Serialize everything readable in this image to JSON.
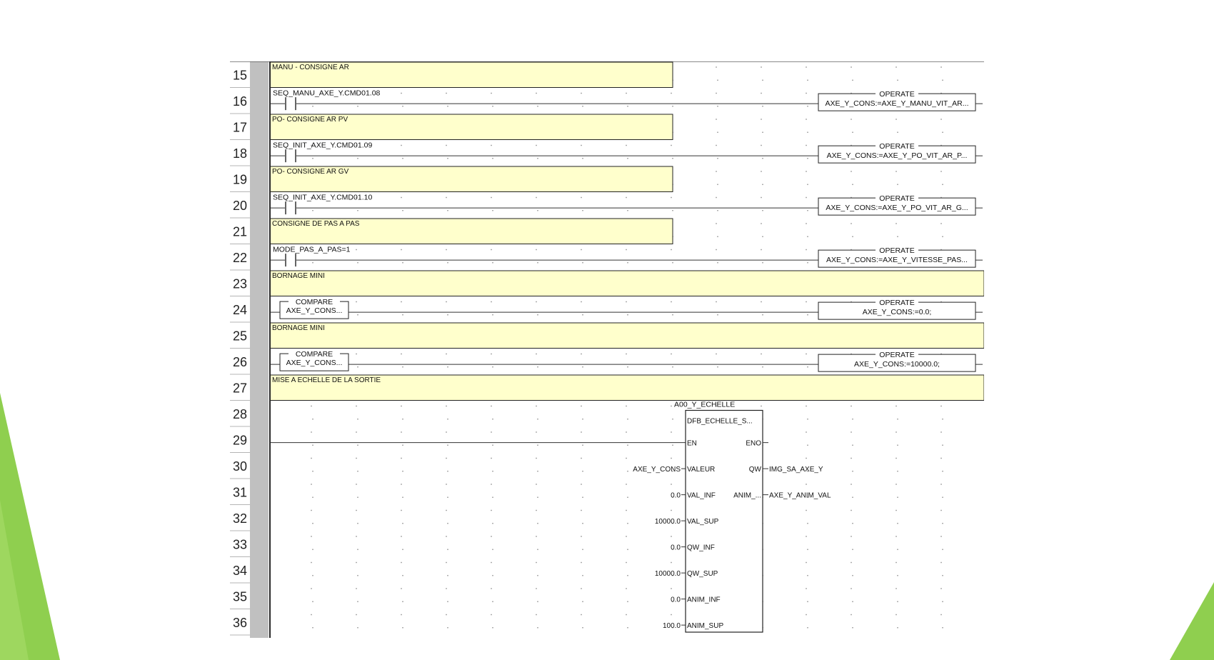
{
  "rows": [
    {
      "n": "15",
      "kind": "comment",
      "text": "MANU - CONSIGNE AR",
      "full": false
    },
    {
      "n": "16",
      "kind": "rung",
      "left": {
        "type": "contact",
        "label": "SEQ_MANU_AXE_Y.CMD01.08"
      },
      "op": {
        "title": "OPERATE",
        "text": "AXE_Y_CONS:=AXE_Y_MANU_VIT_AR..."
      }
    },
    {
      "n": "17",
      "kind": "comment",
      "text": "PO- CONSIGNE AR PV",
      "full": false
    },
    {
      "n": "18",
      "kind": "rung",
      "left": {
        "type": "contact",
        "label": "SEQ_INIT_AXE_Y.CMD01.09"
      },
      "op": {
        "title": "OPERATE",
        "text": "AXE_Y_CONS:=AXE_Y_PO_VIT_AR_P..."
      }
    },
    {
      "n": "19",
      "kind": "comment",
      "text": "PO- CONSIGNE AR GV",
      "full": false
    },
    {
      "n": "20",
      "kind": "rung",
      "left": {
        "type": "contact",
        "label": "SEQ_INIT_AXE_Y.CMD01.10"
      },
      "op": {
        "title": "OPERATE",
        "text": "AXE_Y_CONS:=AXE_Y_PO_VIT_AR_G..."
      }
    },
    {
      "n": "21",
      "kind": "comment",
      "text": "CONSIGNE DE PAS A PAS",
      "full": false
    },
    {
      "n": "22",
      "kind": "rung",
      "left": {
        "type": "contact",
        "label": "MODE_PAS_A_PAS=1"
      },
      "op": {
        "title": "OPERATE",
        "text": "AXE_Y_CONS:=AXE_Y_VITESSE_PAS..."
      }
    },
    {
      "n": "23",
      "kind": "comment",
      "text": "BORNAGE MINI",
      "full": true
    },
    {
      "n": "24",
      "kind": "rung",
      "left": {
        "type": "compare",
        "title": "COMPARE",
        "text": "AXE_Y_CONS..."
      },
      "op": {
        "title": "OPERATE",
        "text": "AXE_Y_CONS:=0.0;"
      }
    },
    {
      "n": "25",
      "kind": "comment",
      "text": "BORNAGE MINI",
      "full": true
    },
    {
      "n": "26",
      "kind": "rung",
      "left": {
        "type": "compare",
        "title": "COMPARE",
        "text": "AXE_Y_CONS..."
      },
      "op": {
        "title": "OPERATE",
        "text": "AXE_Y_CONS:=10000.0;"
      }
    },
    {
      "n": "27",
      "kind": "comment",
      "text": "MISE A ECHELLE DE LA SORTIE",
      "full": true
    },
    {
      "n": "28",
      "kind": "blank"
    },
    {
      "n": "29",
      "kind": "blank"
    },
    {
      "n": "30",
      "kind": "blank"
    },
    {
      "n": "31",
      "kind": "blank"
    },
    {
      "n": "32",
      "kind": "blank"
    },
    {
      "n": "33",
      "kind": "blank"
    },
    {
      "n": "34",
      "kind": "blank"
    },
    {
      "n": "35",
      "kind": "blank"
    },
    {
      "n": "36",
      "kind": "blank"
    }
  ],
  "dfb": {
    "instance": "A00_Y_ECHELLE",
    "type": "DFB_ECHELLE_S...",
    "en_row": "29",
    "inputs": [
      {
        "row": "29",
        "pin": "EN",
        "value": ""
      },
      {
        "row": "30",
        "pin": "VALEUR",
        "value": "AXE_Y_CONS"
      },
      {
        "row": "31",
        "pin": "VAL_INF",
        "value": "0.0"
      },
      {
        "row": "32",
        "pin": "VAL_SUP",
        "value": "10000.0"
      },
      {
        "row": "33",
        "pin": "QW_INF",
        "value": "0.0"
      },
      {
        "row": "34",
        "pin": "QW_SUP",
        "value": "10000.0"
      },
      {
        "row": "35",
        "pin": "ANIM_INF",
        "value": "0.0"
      },
      {
        "row": "36",
        "pin": "ANIM_SUP",
        "value": "100.0"
      }
    ],
    "outputs": [
      {
        "row": "29",
        "pin": "ENO",
        "value": ""
      },
      {
        "row": "30",
        "pin": "QW",
        "value": "IMG_SA_AXE_Y"
      },
      {
        "row": "31",
        "pin": "ANIM_...",
        "value": "AXE_Y_ANIM_VAL"
      }
    ]
  },
  "colors": {
    "comment_fill": "#ffffcc",
    "gutter": "#c0c0c0",
    "rail": "#2a2a2a",
    "grid_dot": "#9a9a9a",
    "accent_green": "#8fcf4f"
  }
}
